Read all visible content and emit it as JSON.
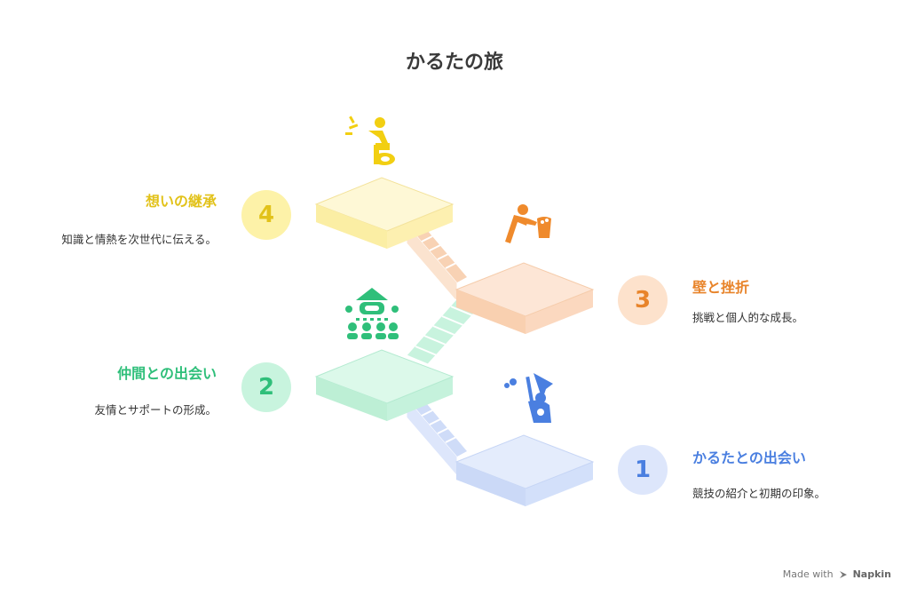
{
  "title": "かるたの旅",
  "colors": {
    "step1": "#4a7fe0",
    "step2": "#2fbf7a",
    "step3": "#e8842a",
    "step4": "#e2c21a"
  },
  "steps": [
    {
      "number": "1",
      "title": "かるたとの出会い",
      "description": "競技の紹介と初期の印象。",
      "icon": "person-with-flag-icon"
    },
    {
      "number": "2",
      "title": "仲間との出会い",
      "description": "友情とサポートの形成。",
      "icon": "group-meeting-icon"
    },
    {
      "number": "3",
      "title": "壁と挫折",
      "description": "挑戦と個人的な成長。",
      "icon": "person-bowing-icon"
    },
    {
      "number": "4",
      "title": "想いの継承",
      "description": "知識と情熱を次世代に伝える。",
      "icon": "person-teaching-icon"
    }
  ],
  "footer": {
    "prefix": "Made with",
    "brand": "Napkin"
  }
}
